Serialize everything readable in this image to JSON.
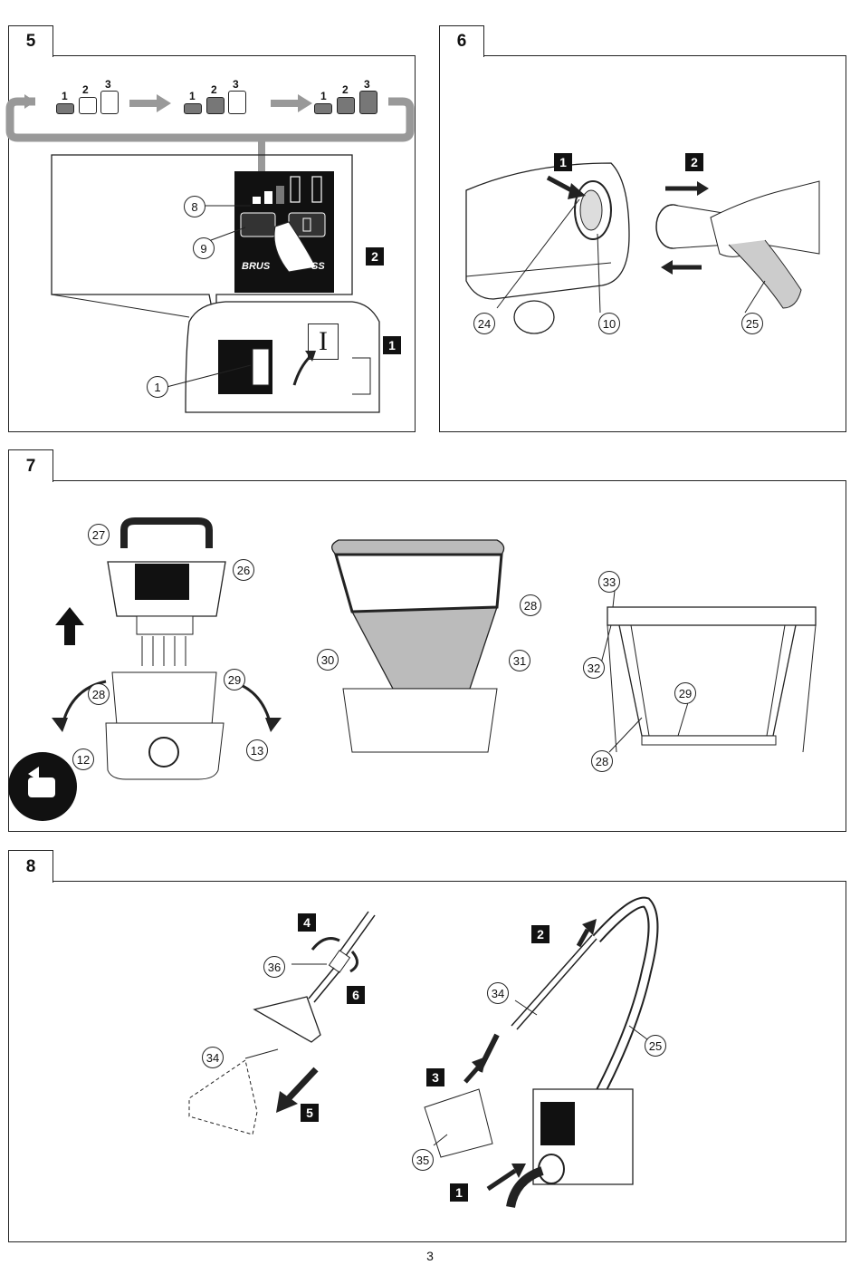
{
  "figures": {
    "fig5": {
      "label": "5",
      "level_labels": [
        "1",
        "2",
        "3"
      ],
      "steps": [
        "2",
        "1"
      ],
      "callouts": [
        "8",
        "9",
        "1"
      ],
      "switch_symbol": "I"
    },
    "fig6": {
      "label": "6",
      "steps": [
        "1",
        "2"
      ],
      "callouts": [
        "24",
        "10",
        "25"
      ]
    },
    "fig7": {
      "label": "7",
      "callouts": [
        "27",
        "26",
        "29",
        "28",
        "12",
        "13",
        "30",
        "31",
        "28",
        "33",
        "32",
        "29",
        "28"
      ]
    },
    "fig8": {
      "label": "8",
      "steps": [
        "4",
        "6",
        "5",
        "2",
        "3",
        "1"
      ],
      "callouts": [
        "36",
        "34",
        "34",
        "25",
        "35"
      ]
    }
  },
  "page_number": "3"
}
